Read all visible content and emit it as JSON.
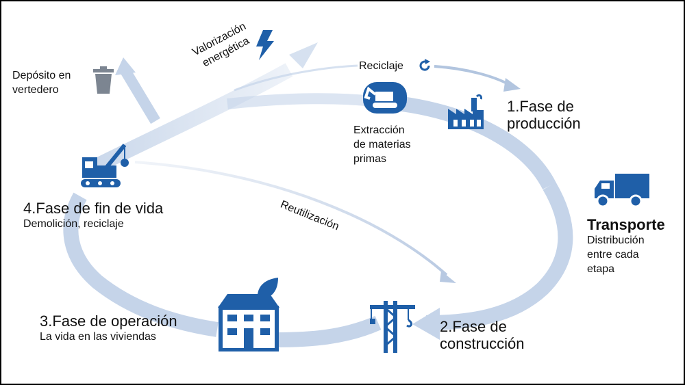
{
  "colors": {
    "loop": "#c5d4e9",
    "loop_dark": "#b2c5df",
    "icon": "#1f5fa8",
    "icon_dark": "#174a86",
    "text": "#111111"
  },
  "phases": {
    "production": {
      "title_line1": "1.Fase de",
      "title_line2": "producción"
    },
    "transport": {
      "title": "Transporte",
      "line1": "Distribución",
      "line2": "entre cada",
      "line3": "etapa"
    },
    "construction": {
      "title_line1": "2.Fase de",
      "title_line2": "construcción"
    },
    "operation": {
      "title": "3.Fase de operación",
      "subtitle": "La vida en las viviendas"
    },
    "end_of_life": {
      "title": "4.Fase de fin de vida",
      "subtitle": "Demolición, reciclaje"
    }
  },
  "flows": {
    "recycling": "Reciclaje",
    "reuse": "Reutilización",
    "energy_line1": "Valorización",
    "energy_line2": "energética",
    "landfill_line1": "Depósito en",
    "landfill_line2": "vertedero"
  },
  "raw_materials": {
    "line1": "Extracción",
    "line2": "de materias",
    "line3": "primas"
  },
  "icons": {
    "excavator": "excavator-icon",
    "factory": "factory-icon",
    "truck": "truck-icon",
    "crane": "tower-crane-icon",
    "house": "eco-house-icon",
    "demolition": "demolition-crane-icon",
    "bin": "trash-bin-icon",
    "lightning": "lightning-icon",
    "recycle": "recycle-icon"
  }
}
